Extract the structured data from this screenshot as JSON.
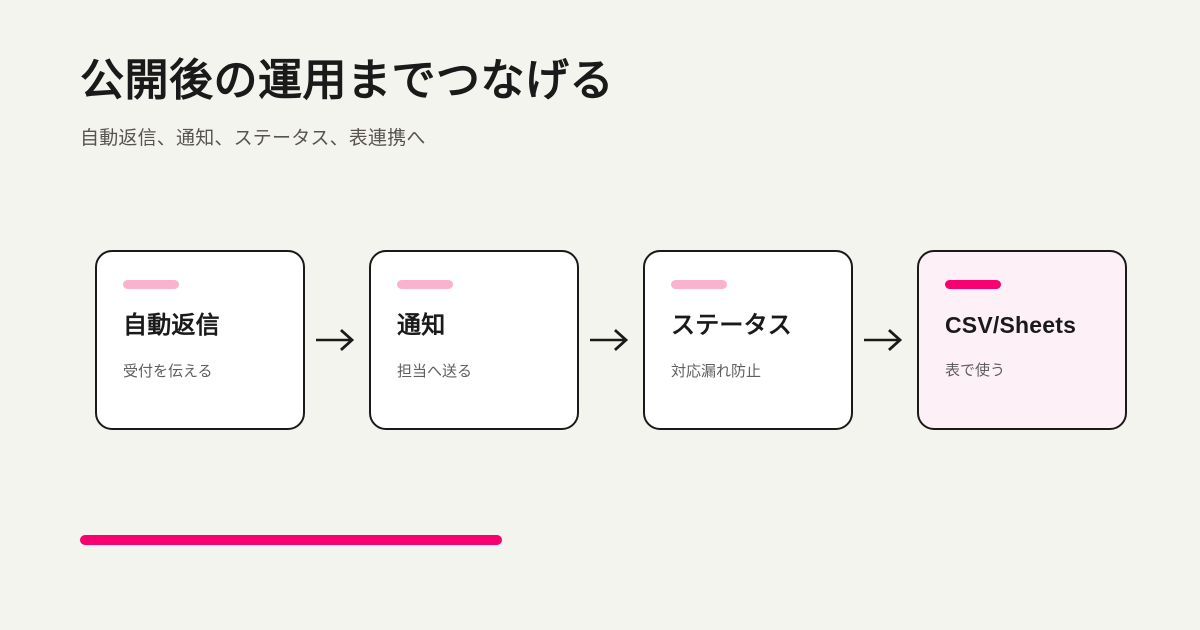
{
  "theme": {
    "page_background": "#f4f4ee",
    "title_color": "#1a1a1a",
    "subtitle_color": "#58544d",
    "card_border": "#1a1a1a",
    "card_background": "#ffffff",
    "accent_card_background": "#fdf0f6",
    "accent_pink": "#f7006f",
    "muted_pink": "#fab3cc",
    "desc_color": "#5f5f5f"
  },
  "header": {
    "title": "公開後の運用までつなげる",
    "subtitle": "自動返信、通知、ステータス、表連携へ"
  },
  "flow": {
    "arrow_icon": "arrow-right-icon",
    "steps": [
      {
        "title": "自動返信",
        "desc": "受付を伝える",
        "bar_color": "#fab3cc",
        "highlight": false
      },
      {
        "title": "通知",
        "desc": "担当へ送る",
        "bar_color": "#fab3cc",
        "highlight": false
      },
      {
        "title": "ステータス",
        "desc": "対応漏れ防止",
        "bar_color": "#fab3cc",
        "highlight": false
      },
      {
        "title": "CSV/Sheets",
        "desc": "表で使う",
        "bar_color": "#f7006f",
        "highlight": true
      }
    ]
  },
  "footer": {
    "accent_rule_color": "#f7006f"
  }
}
